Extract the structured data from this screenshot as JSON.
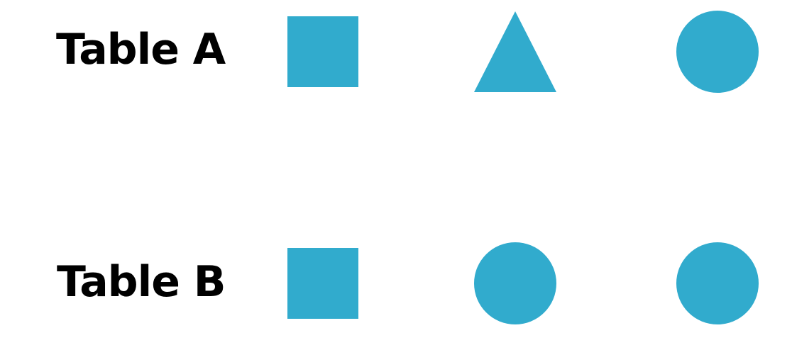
{
  "shape_color": "#31ABCD",
  "rows": [
    {
      "label": "Table A",
      "shapes": [
        "square",
        "triangle",
        "circle"
      ]
    },
    {
      "label": "Table B",
      "shapes": [
        "square",
        "circle",
        "circle"
      ]
    }
  ]
}
